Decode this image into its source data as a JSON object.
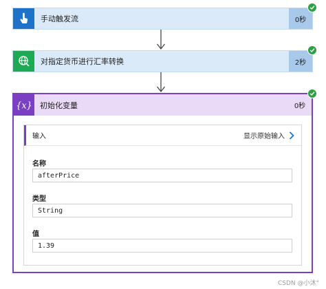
{
  "steps": [
    {
      "title": "手动触发流",
      "duration": "0秒",
      "icon": "touch-hand-icon",
      "color": "#1e73c8"
    },
    {
      "title": "对指定货币进行汇率转换",
      "duration": "2秒",
      "icon": "globe-currency-icon",
      "color": "#1eaa54"
    }
  ],
  "variable_step": {
    "title": "初始化变量",
    "duration": "0秒",
    "icon": "variable-braces-icon",
    "color": "#7b3fc4",
    "inputs_label": "输入",
    "show_raw_label": "显示原始输入",
    "fields": [
      {
        "label": "名称",
        "value": "afterPrice"
      },
      {
        "label": "类型",
        "value": "String"
      },
      {
        "label": "值",
        "value": "1.39"
      }
    ]
  },
  "watermark": "CSDN @小沐°"
}
